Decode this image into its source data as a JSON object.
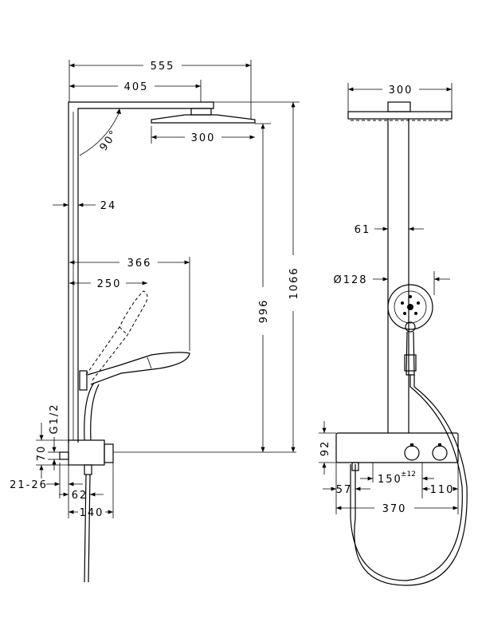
{
  "title": "Shower system dimension drawing",
  "colors": {
    "line": "#000000",
    "background": "#ffffff"
  },
  "left_view": {
    "dims": {
      "overall_arm": "555",
      "arm_to_head": "405",
      "head_width": "300",
      "angle": "90°",
      "pipe_offset": "24",
      "hand_reach_max": "366",
      "hand_reach_min": "250",
      "height_head": "996",
      "height_total": "1066",
      "thread": "G1/2",
      "inlet_height": "70",
      "inlet_depth": "21-26",
      "outlet_offset": "62",
      "mixer_depth": "140"
    }
  },
  "right_view": {
    "dims": {
      "head_width": "300",
      "pipe_width": "61",
      "hand_shower_diameter": "Ø128",
      "mixer_height": "92",
      "inlet_spacing": "150",
      "inlet_spacing_tolerance": "±12",
      "outlet_offset": "57",
      "knob_offset": "110",
      "mixer_width": "370"
    }
  }
}
